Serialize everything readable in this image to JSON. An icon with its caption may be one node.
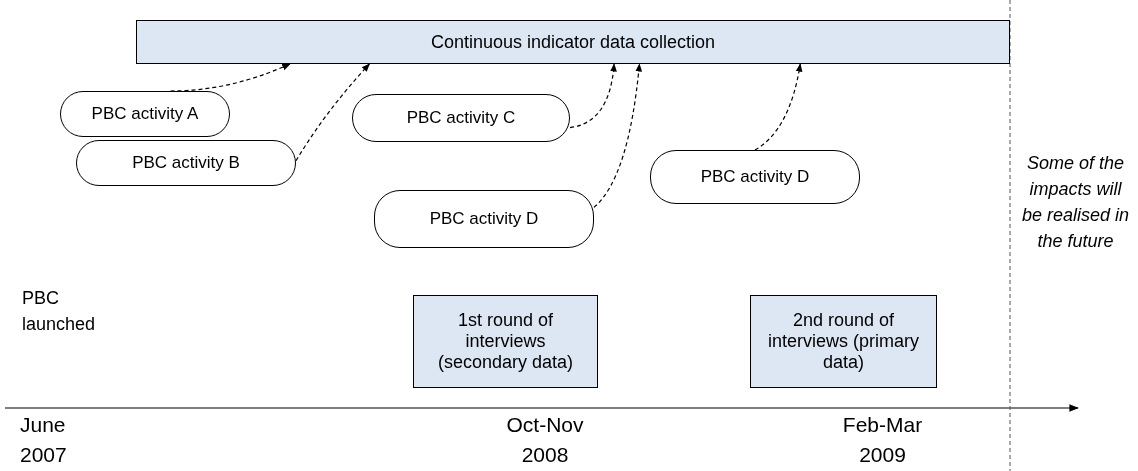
{
  "diagram": {
    "nodes": [
      {
        "text": [
          "Continuous indicator data collection"
        ]
      },
      {
        "text": [
          "PBC activity A"
        ]
      },
      {
        "text": [
          "PBC activity B"
        ]
      },
      {
        "text": [
          "PBC activity C"
        ]
      },
      {
        "text": [
          "PBC activity D"
        ]
      },
      {
        "text": [
          "PBC activity D"
        ]
      },
      {
        "text": [
          "1st round of interviews (secondary data)"
        ]
      },
      {
        "text": [
          "2nd round of interviews (primary data)"
        ]
      }
    ],
    "edges": [
      {
        "from": 1,
        "to": 0,
        "arrow": "to",
        "style": "dashed"
      },
      {
        "from": 2,
        "to": 0,
        "arrow": "to",
        "style": "dashed"
      },
      {
        "from": 3,
        "to": 0,
        "arrow": "to",
        "style": "dashed"
      },
      {
        "from": 4,
        "to": 0,
        "arrow": "to",
        "style": "dashed"
      },
      {
        "from": 5,
        "to": 0,
        "arrow": "to",
        "style": "dashed"
      }
    ],
    "labels": [
      "Some of the impacts will be realised in the future",
      "PBC launched",
      "June 2007",
      "Oct-Nov 2008",
      "Feb-Mar 2009"
    ]
  }
}
